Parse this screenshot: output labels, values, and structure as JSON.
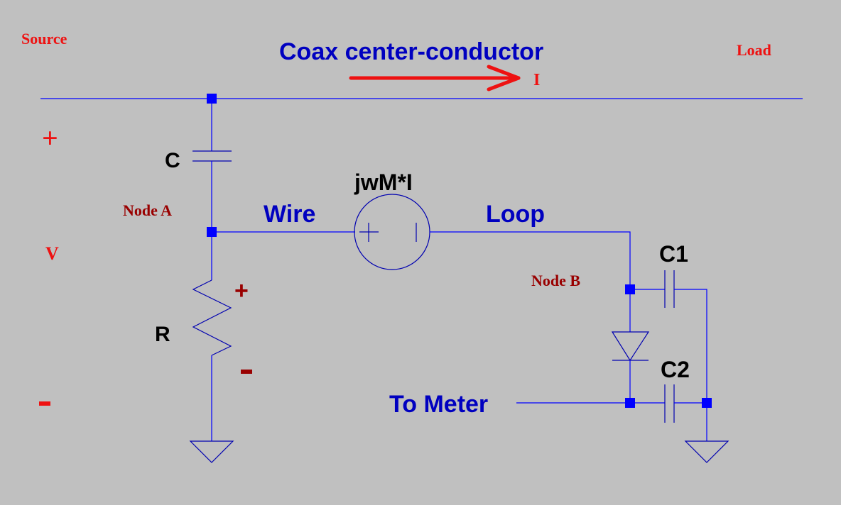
{
  "labels": {
    "source": "Source",
    "load": "Load",
    "title": "Coax center-conductor",
    "current": "I",
    "source_plus": "+",
    "source_v": "V",
    "source_minus": "-",
    "node_a": "Node A",
    "node_b": "Node B",
    "capacitor_c": "C",
    "resistor_r": "R",
    "r_plus": "+",
    "r_minus": "-",
    "wire": "Wire",
    "loop": "Loop",
    "voltage_source": "jwM*I",
    "c1": "C1",
    "c2": "C2",
    "to_meter": "To Meter"
  },
  "colors": {
    "background": "#c0c0c0",
    "wire": "#0000ff",
    "title_text": "#0000c0",
    "annotation_red": "#ee1111",
    "node_label": "#990000",
    "component_label": "#000000"
  }
}
